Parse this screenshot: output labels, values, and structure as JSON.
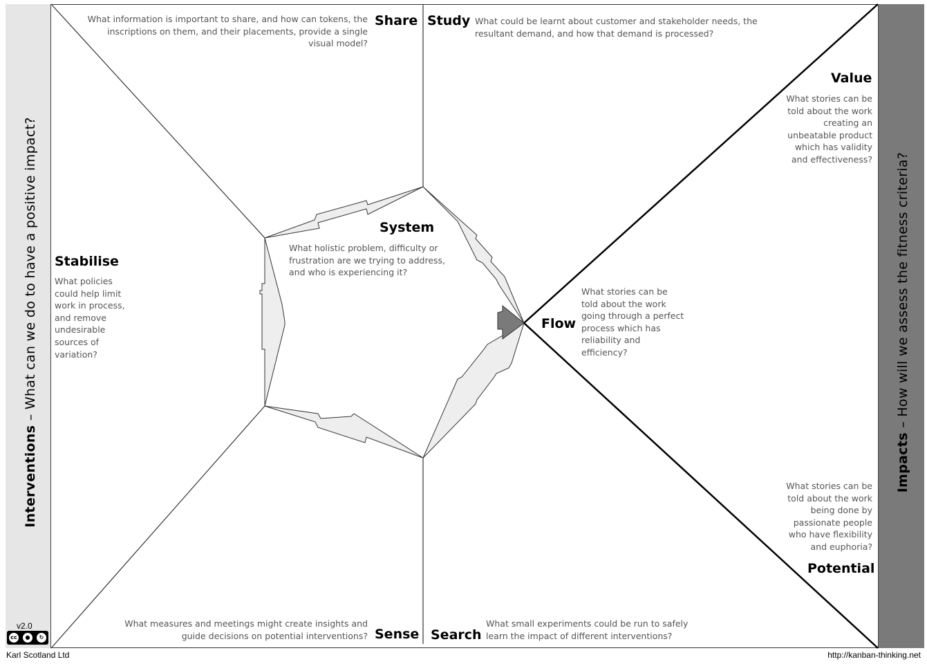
{
  "left_band": {
    "prefix": "Interventions",
    "question": " – What can we do to have a positive impact?"
  },
  "right_band": {
    "prefix": "Impacts",
    "question": " – How will we assess the fitness criteria?"
  },
  "share": {
    "title": "Share",
    "question": "What information is important to share, and how can tokens, the inscriptions on them, and their placements, provide a single visual model?"
  },
  "study": {
    "title": "Study",
    "question": "What could be learnt about customer and stakeholder needs, the resultant demand, and how that demand is processed?"
  },
  "value": {
    "title": "Value",
    "question": "What stories can be told about the work creating an unbeatable product which has validity and effectiveness?"
  },
  "system": {
    "title": "System",
    "question": "What holistic problem, difficulty or frustration are we trying to address, and who is experiencing it?"
  },
  "stabilise": {
    "title": "Stabilise",
    "question": "What policies could help limit work in process, and remove undesirable sources of variation?"
  },
  "flow": {
    "title": "Flow",
    "question": "What stories can be told about the work going through a perfect process which has reliability and efficiency?"
  },
  "potential": {
    "title": "Potential",
    "question": "What stories can be told about the work being done by passionate people who have flexibility and euphoria?"
  },
  "sense": {
    "title": "Sense",
    "question": "What measures and meetings might create insights and guide decisions on potential interventions?"
  },
  "search": {
    "title": "Search",
    "question": "What small experiments could be run to safely learn the impact of different interventions?"
  },
  "version": "v2.0",
  "license_icons": [
    "cc-icon",
    "by-icon",
    "sa-icon"
  ],
  "footer": {
    "company": "Karl Scotland Ltd",
    "url": "http://kanban-thinking.net"
  },
  "colors": {
    "left_band": "#e6e6e6",
    "right_band": "#7a7a7a",
    "arrow_fill": "#eeeeee",
    "flow_marker": "#7a7a7a",
    "question_text": "#555555"
  }
}
